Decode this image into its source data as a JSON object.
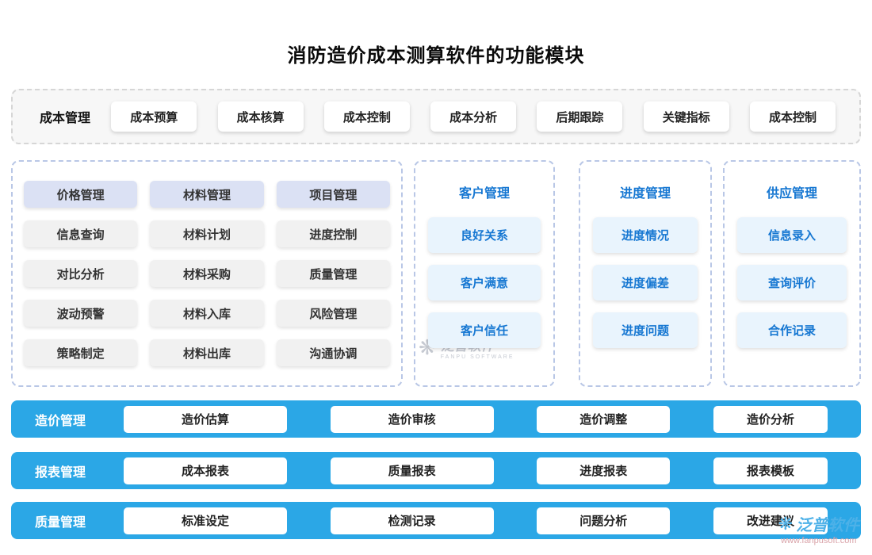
{
  "title": "消防造价成本测算软件的功能模块",
  "top": {
    "label": "成本管理",
    "buttons": [
      "成本预算",
      "成本核算",
      "成本控制",
      "成本分析",
      "后期跟踪",
      "关键指标",
      "成本控制"
    ]
  },
  "middle": {
    "panel1": {
      "header": [
        "价格管理",
        "材料管理",
        "项目管理"
      ],
      "rows": [
        [
          "信息查询",
          "材料计划",
          "进度控制"
        ],
        [
          "对比分析",
          "材料采购",
          "质量管理"
        ],
        [
          "波动预警",
          "材料入库",
          "风险管理"
        ],
        [
          "策略制定",
          "材料出库",
          "沟通协调"
        ]
      ]
    },
    "panel2": {
      "header": "客户管理",
      "items": [
        "良好关系",
        "客户满意",
        "客户信任"
      ]
    },
    "panel3": {
      "header": "进度管理",
      "items": [
        "进度情况",
        "进度偏差",
        "进度问题"
      ]
    },
    "panel4": {
      "header": "供应管理",
      "items": [
        "信息录入",
        "查询评价",
        "合作记录"
      ]
    }
  },
  "bars": [
    {
      "label": "造价管理",
      "buttons": [
        "造价估算",
        "造价审核",
        "造价调整",
        "造价分析"
      ]
    },
    {
      "label": "报表管理",
      "buttons": [
        "成本报表",
        "质量报表",
        "进度报表",
        "报表模板"
      ]
    },
    {
      "label": "质量管理",
      "buttons": [
        "标准设定",
        "检测记录",
        "问题分析",
        "改进建议"
      ]
    }
  ],
  "watermark": {
    "center": {
      "brand": "泛普软件",
      "sub": "FANPU SOFTWARE"
    },
    "corner": {
      "brand": "泛普软件",
      "url": "www.fanpusoft.com"
    }
  },
  "colors": {
    "bar_blue": "#2ba7e6",
    "blue_text": "#1677d2",
    "chip_blue_bg": "#e9f4fd",
    "chip_lavender_bg": "#dbe1f4",
    "chip_gray_bg": "#f1f1f1",
    "dashed_border_gray": "#d6d6d6",
    "dashed_border_blue": "#b9c7e6"
  }
}
